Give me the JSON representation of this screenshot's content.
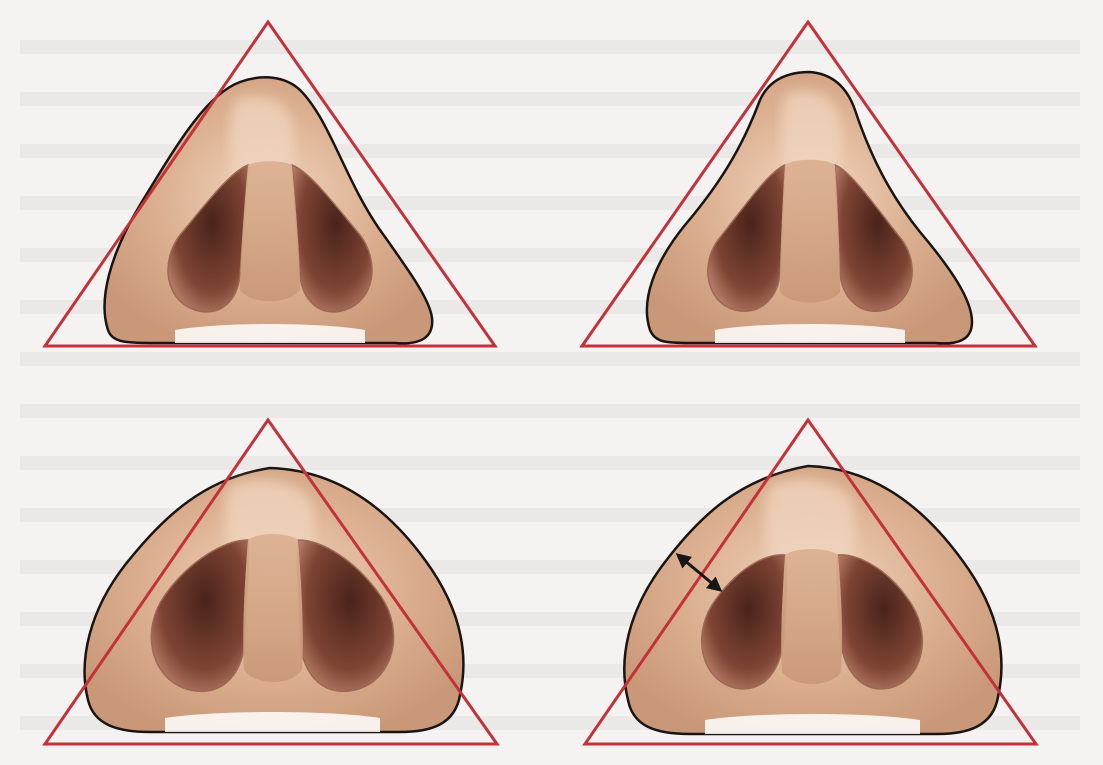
{
  "figure": {
    "panels": [
      {
        "id": "top-left",
        "variant": "ideal-tip-within-triangle"
      },
      {
        "id": "top-right",
        "variant": "narrow-pinched-tip"
      },
      {
        "id": "bottom-left",
        "variant": "wide-bulbous-base"
      },
      {
        "id": "bottom-right",
        "variant": "wide-base-with-thick-alar-rim",
        "has_measurement_arrow": true
      }
    ]
  },
  "colors": {
    "background": "#f4f3f1",
    "background_text_ghost": "#d8d6d3",
    "triangle": "#c2323a",
    "skin_base": "#c99878",
    "skin_highlight": "#f1d6c0",
    "skin_mid": "#dcb091",
    "skin_shadow": "#9b6852",
    "nostril_dark": "#4a231a",
    "nostril_mid": "#7e4434",
    "nostril_rim": "#b27964",
    "outline": "#1a1412",
    "arrow": "#161616"
  },
  "icons": {
    "arrow": "double-headed-arrow-icon"
  }
}
